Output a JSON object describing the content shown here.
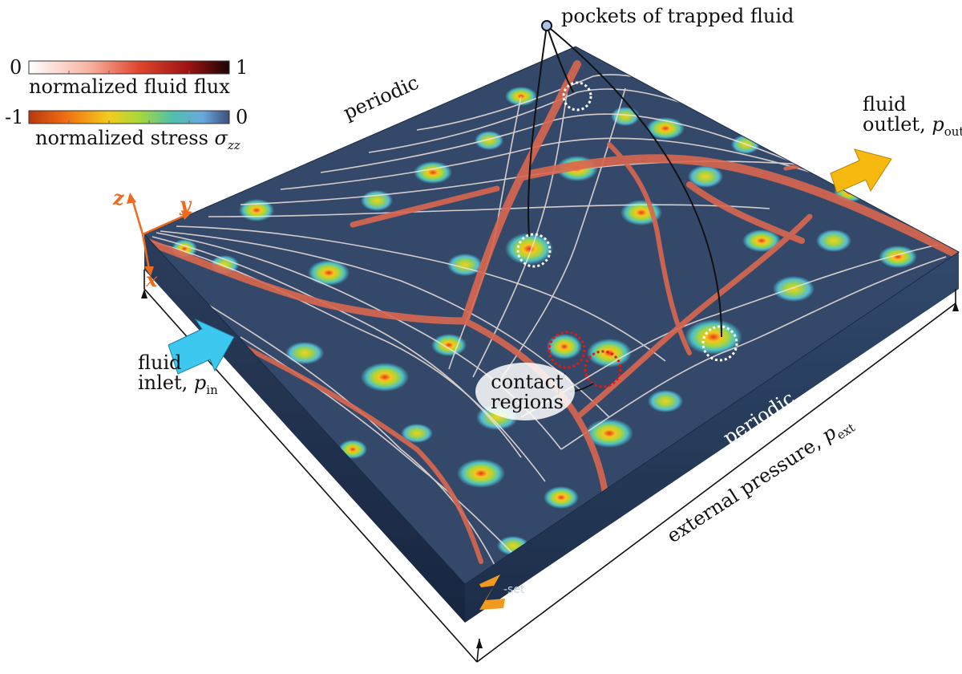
{
  "colorbars": {
    "flux": {
      "min_label": "0",
      "max_label": "1",
      "caption": "normalized fluid flux",
      "colors": [
        "#ffffff",
        "#f7b3a2",
        "#e0452c",
        "#9b1212",
        "#1a0505"
      ]
    },
    "stress": {
      "min_label": "-1",
      "max_label": "0",
      "caption_prefix": "normalized stress ",
      "caption_symbol": "σ",
      "caption_subscript": "zz",
      "colors": [
        "#b8380f",
        "#f06c12",
        "#f2cd1d",
        "#a6d93a",
        "#4fbfae",
        "#6aa6de",
        "#3b4f7a"
      ]
    }
  },
  "axes": {
    "z": "z",
    "y": "y",
    "x": "x"
  },
  "labels": {
    "pockets": "pockets of trapped fluid",
    "periodic_top": "periodic",
    "periodic_right": "periodic",
    "outlet_line1": "fluid",
    "outlet_line2": "outlet, ",
    "outlet_symbol": "p",
    "outlet_sub": "out",
    "inlet_line1": "fluid",
    "inlet_line2": "inlet, ",
    "inlet_symbol": "p",
    "inlet_sub": "in",
    "contact_line1": "contact",
    "contact_line2": "regions",
    "external_prefix": "external pressure, ",
    "external_symbol": "p",
    "external_sub": "ext",
    "logo_letter": "Z",
    "logo_text": "-set"
  },
  "colors": {
    "background_field": "#34496a",
    "channel": "#d9674f",
    "streamline": "#f3e4dc",
    "inlet_arrow": "#3dc8f0",
    "outlet_arrow": "#f7b90f",
    "axis": "#ee6a1c",
    "pocket_marker": "#ffffff",
    "contact_marker": "#e21818"
  },
  "icons": [
    "inlet-arrow-icon",
    "outlet-arrow-icon",
    "pocket-marker-icon",
    "contact-marker-icon",
    "zset-logo-icon"
  ]
}
